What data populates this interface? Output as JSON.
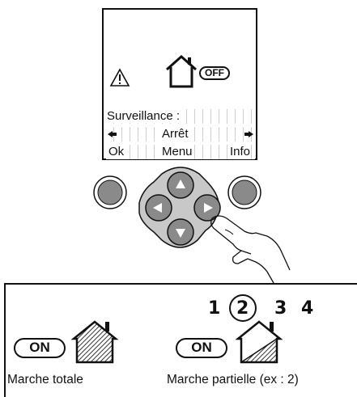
{
  "screen": {
    "off_badge": "OFF",
    "line1": "Surveillance :",
    "line2": "Arrêt",
    "softkeys": {
      "left": "Ok",
      "center": "Menu",
      "right": "Info"
    }
  },
  "keypad": {
    "left_button": "",
    "right_button": "",
    "arrows": [
      "up",
      "left",
      "right",
      "down"
    ]
  },
  "modes": {
    "steps": [
      "1",
      "2",
      "3",
      "4"
    ],
    "selected_step": "2",
    "total": {
      "badge": "ON",
      "caption": "Marche totale"
    },
    "partial": {
      "badge": "ON",
      "caption": "Marche partielle (ex : 2)"
    }
  },
  "icons": [
    "warning-icon",
    "house-icon",
    "hand-pointer-icon",
    "house-hatched-icon",
    "house-half-hatched-icon"
  ],
  "colors": {
    "button_gray": "#8a8a8a",
    "keypad_bg": "#c8c8c8",
    "lcd_grid": "#cfcfcf"
  }
}
